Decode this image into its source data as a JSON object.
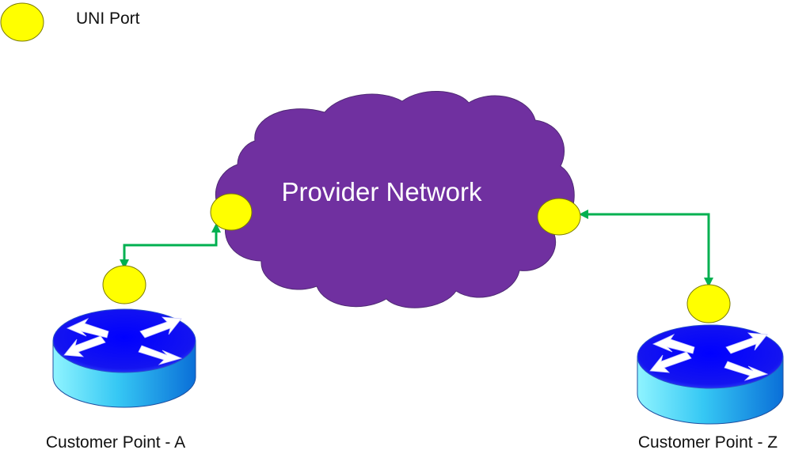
{
  "legend": {
    "label": "UNI Port",
    "icon": "uni-port-circle"
  },
  "cloud": {
    "label": "Provider Network"
  },
  "customers": [
    {
      "label": "Customer Point - A",
      "icon": "router-icon"
    },
    {
      "label": "Customer Point - Z",
      "icon": "router-icon"
    }
  ],
  "colors": {
    "cloud_fill": "#7030a0",
    "uni_port_fill": "#ffff00",
    "link": "#00b050",
    "router_top": "#1a1aff",
    "router_side": "#33ccff",
    "arrows": "#ffffff"
  }
}
